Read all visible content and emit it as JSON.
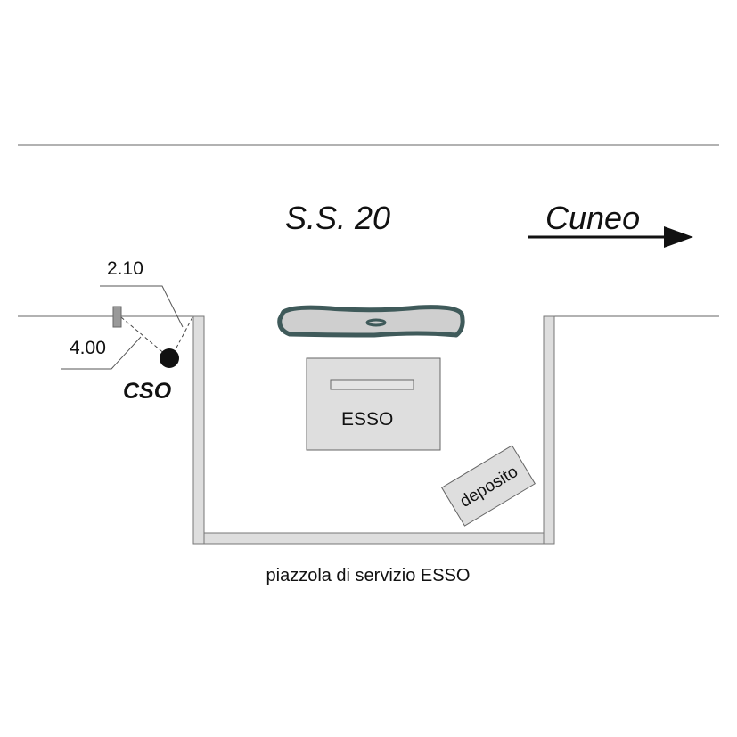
{
  "road": {
    "name": "S.S. 20",
    "direction": "Cuneo"
  },
  "dimensions": {
    "d1": "2.10",
    "d2": "4.00"
  },
  "marker": {
    "label": "CSO"
  },
  "station": {
    "label": "ESSO"
  },
  "storage": {
    "label": "deposito"
  },
  "caption": "piazzola di servizio ESSO",
  "colors": {
    "fill": "#dedede",
    "outline": "#555555",
    "hedge": "#3f5a5a"
  }
}
